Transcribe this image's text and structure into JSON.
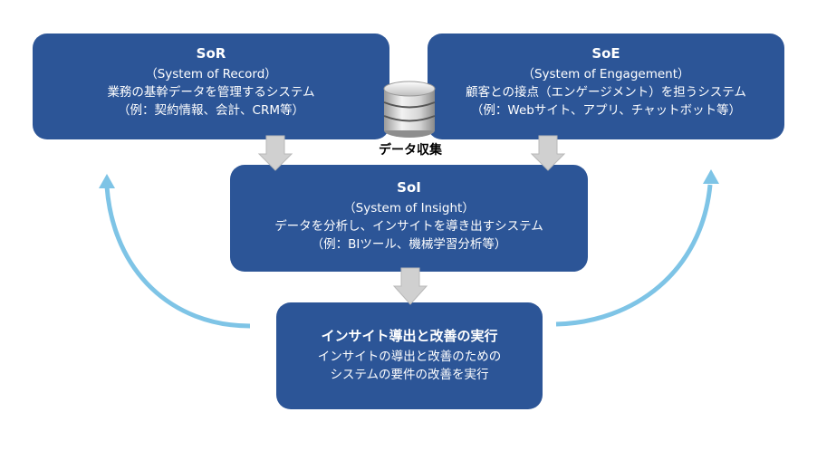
{
  "sor": {
    "title": "SoR",
    "subtitle": "（System of Record）",
    "description": "業務の基幹データを管理するシステム",
    "examples": "（例：契約情報、会計、CRM等）"
  },
  "soe": {
    "title": "SoE",
    "subtitle": "（System of Engagement）",
    "description": "顧客との接点（エンゲージメント）を担うシステム",
    "examples": "（例：Webサイト、アプリ、チャットボット等）"
  },
  "soi": {
    "title": "SoI",
    "subtitle": "（System of Insight）",
    "description": "データを分析し、インサイトを導き出すシステム",
    "examples": "（例：BIツール、機械学習分析等）"
  },
  "action": {
    "title": "インサイト導出と改善の実行",
    "line1": "インサイトの導出と改善のための",
    "line2": "システムの要件の改善を実行"
  },
  "database": {
    "label": "データ収集",
    "icon": "database-icon"
  },
  "colors": {
    "box": "#2c5597",
    "arrow_gray": "#d0d0d0",
    "feedback_arrow": "#7ec4e6"
  }
}
